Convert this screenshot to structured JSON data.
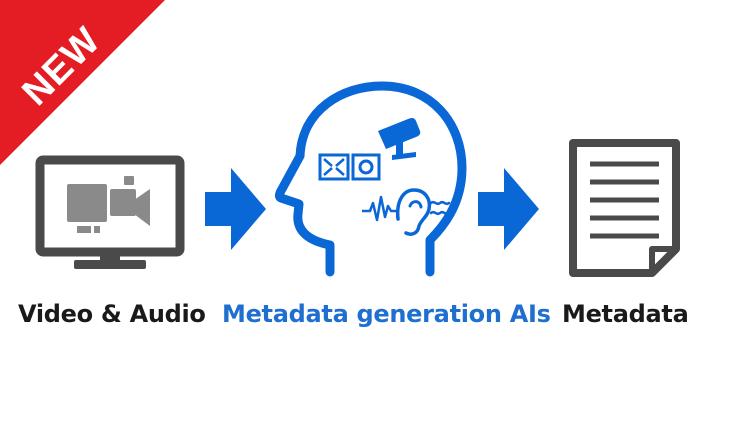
{
  "badge": {
    "text": "NEW",
    "color": "#e31d23"
  },
  "colors": {
    "accent": "#0a67d6",
    "monitor": "#4a4a4a",
    "camera": "#8a8a8a"
  },
  "steps": [
    {
      "label": "Video & Audio",
      "icon": "monitor-camera-icon"
    },
    {
      "label": "Metadata generation AIs",
      "icon": "ai-head-icon"
    },
    {
      "label": "Metadata",
      "icon": "document-icon"
    }
  ]
}
